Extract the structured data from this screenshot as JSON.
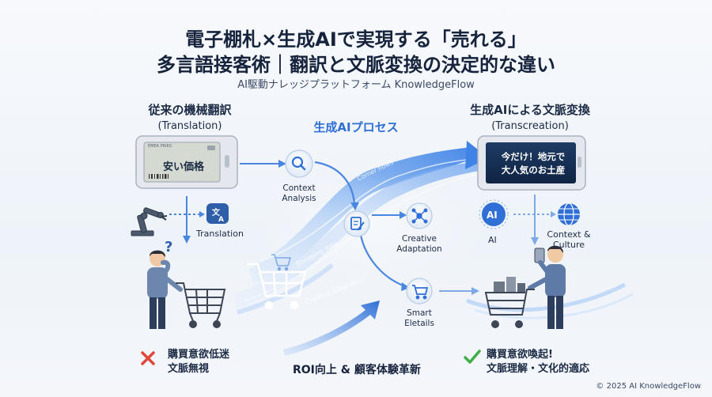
{
  "title": {
    "line1": "電子棚札×生成AIで実現する「売れる」",
    "line2": "多言語接客術｜翻訳と文脈変換の決定的な違い",
    "subtitle": "AI駆動ナレッジプラットフォーム KnowledgeFlow"
  },
  "left": {
    "heading": "従来の機械翻訳",
    "heading_en": "(Translation)",
    "price_tag_small": "EMEA PRIKS",
    "price_tag_text": "安い価格",
    "translation_label": "Translation",
    "result_line1": "購買意欲低迷",
    "result_line2": "文脈無視",
    "result_icon": "cross-icon"
  },
  "center": {
    "heading": "生成AIプロセス",
    "nodes": [
      {
        "label": "Context\nAnalysis",
        "icon": "magnifier-icon"
      },
      {
        "label": "Creative\nAdaptation",
        "icon": "network-icon"
      },
      {
        "label": "Smart\nEletails",
        "icon": "cart-icon"
      }
    ],
    "flow_tags": [
      "Comer flows",
      "Shopping data",
      "Creative Adaptation"
    ],
    "roi": "ROI向上 & 顧客体験革新"
  },
  "right": {
    "heading": "生成AIによる文脈変換",
    "heading_en": "(Transcreation)",
    "tablet_line1": "今だけ！地元で",
    "tablet_line2": "大人気のお土産",
    "ai_label": "AI",
    "culture_label": "Context &\nCulture",
    "result_line1": "購買意欲喚起!",
    "result_line2": "文脈理解・文化的適応",
    "result_icon": "check-icon"
  },
  "colors": {
    "accent_blue": "#2f6fd6",
    "flow_light": "#9cc3f5",
    "cross_red": "#e0473b",
    "check_green": "#3fae49"
  },
  "footer": {
    "copyright": "© 2025 AI KnowledgeFlow"
  }
}
